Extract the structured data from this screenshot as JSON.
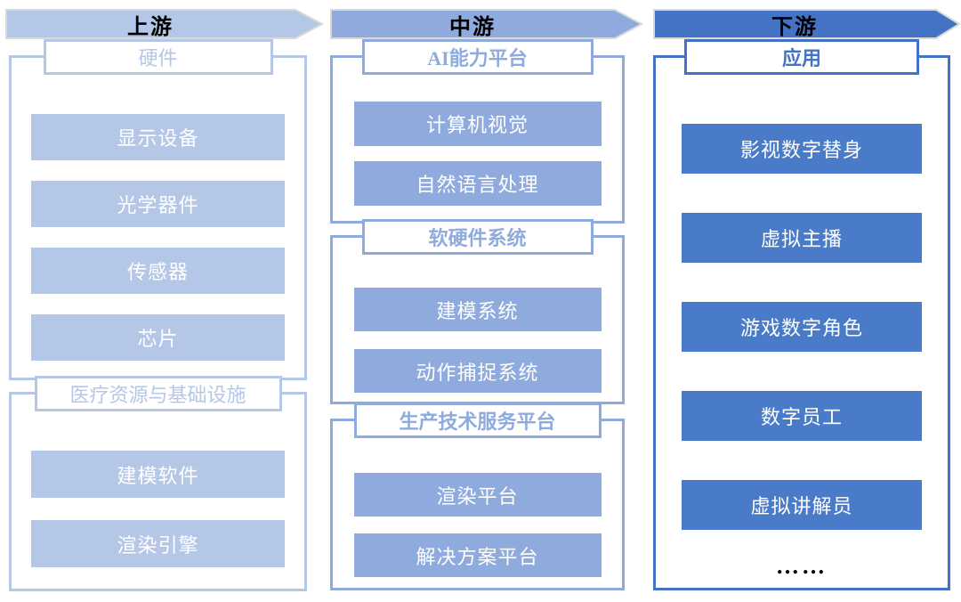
{
  "columns": [
    {
      "header": "上游",
      "sections": [
        {
          "title": "硬件",
          "items": [
            "显示设备",
            "光学器件",
            "传感器",
            "芯片"
          ]
        },
        {
          "title": "医疗资源与基础设施",
          "items": [
            "建模软件",
            "渲染引擎"
          ]
        }
      ]
    },
    {
      "header": "中游",
      "sections": [
        {
          "title": "AI能力平台",
          "items": [
            "计算机视觉",
            "自然语言处理"
          ]
        },
        {
          "title": "软硬件系统",
          "items": [
            "建模系统",
            "动作捕捉系统"
          ]
        },
        {
          "title": "生产技术服务平台",
          "items": [
            "渲染平台",
            "解决方案平台"
          ]
        }
      ]
    },
    {
      "header": "下游",
      "sections": [
        {
          "title": "应用",
          "items": [
            "影视数字替身",
            "虚拟主播",
            "游戏数字角色",
            "数字员工",
            "虚拟讲解员"
          ],
          "more": "……"
        }
      ]
    }
  ],
  "colors": {
    "upstream": "#B4C7E7",
    "midstream": "#8FAADC",
    "downstream": "#4472C4",
    "downstream_item": "#4A7BC8",
    "arrow_outline": "#D9D9D9",
    "header_text": "#000000",
    "item_text": "#FFFFFF"
  }
}
